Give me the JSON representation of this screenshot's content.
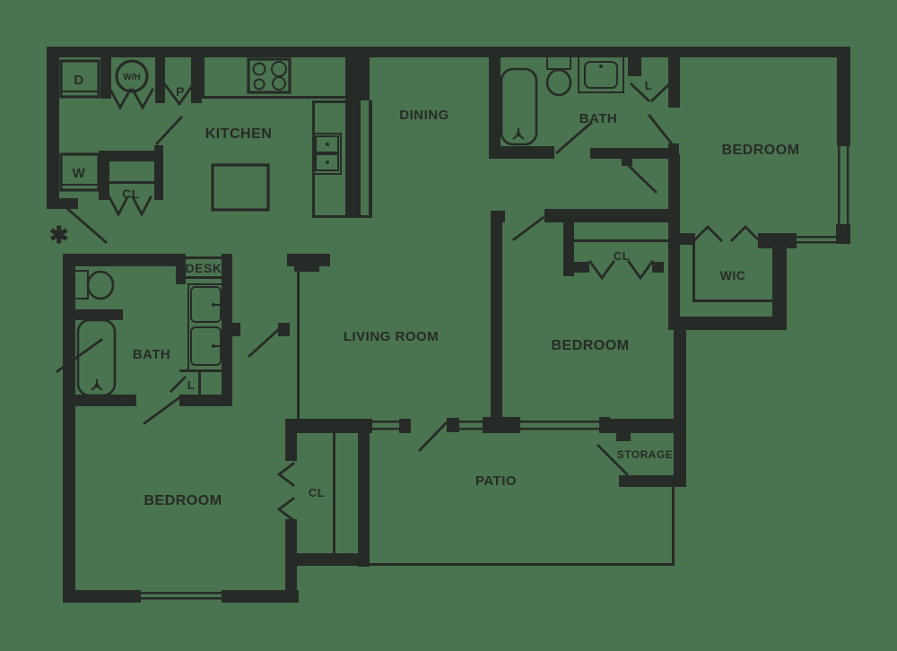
{
  "colors": {
    "background": "#4A7350",
    "ink": "#262B27"
  },
  "labels": {
    "kitchen": "KITCHEN",
    "dining": "DINING",
    "living_room": "LIVING ROOM",
    "bath_upper": "BATH",
    "bath_lower": "BATH",
    "bedroom_top_right": "BEDROOM",
    "bedroom_middle": "BEDROOM",
    "bedroom_bottom_left": "BEDROOM",
    "wic": "WIC",
    "patio": "PATIO",
    "storage": "STORAGE",
    "desk": "DESK",
    "closet_entry": "CL",
    "closet_middle": "CL",
    "closet_bottom": "CL",
    "dryer": "D",
    "washer": "W",
    "water_heater": "W/H",
    "pantry": "P",
    "linen_upper": "L",
    "linen_lower": "L",
    "entry_marker": "✱"
  }
}
